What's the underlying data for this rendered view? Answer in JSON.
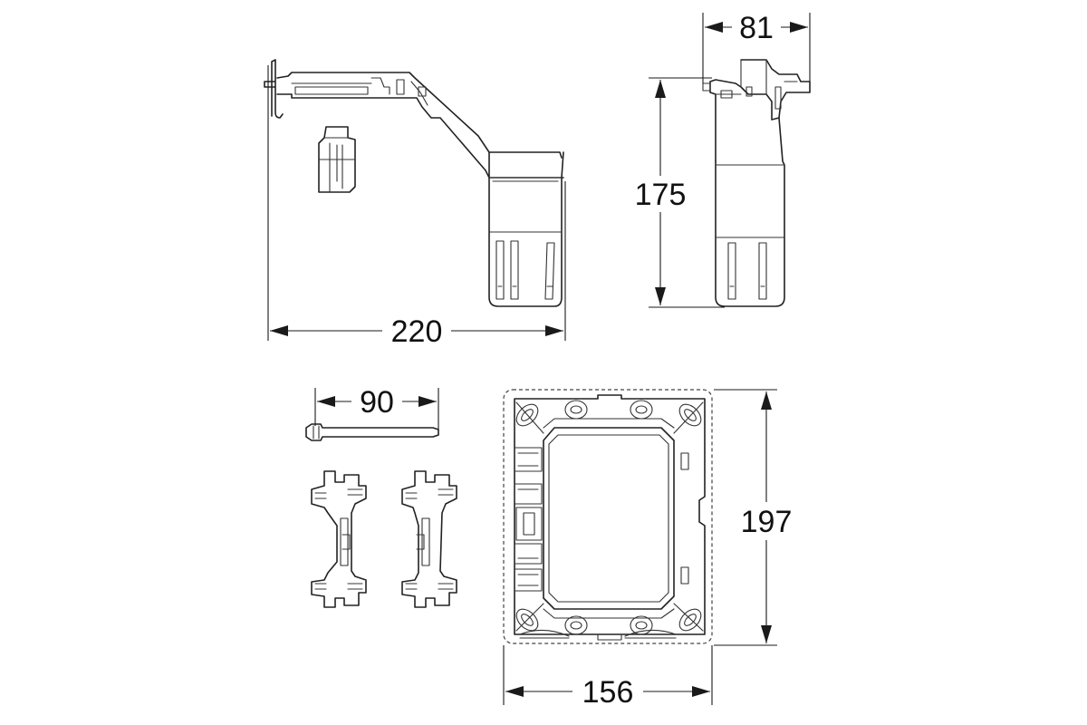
{
  "dimensions": {
    "bracket_width": "220",
    "holder_width": "81",
    "holder_height": "175",
    "rod_length": "90",
    "frame_width": "156",
    "frame_height": "197"
  }
}
